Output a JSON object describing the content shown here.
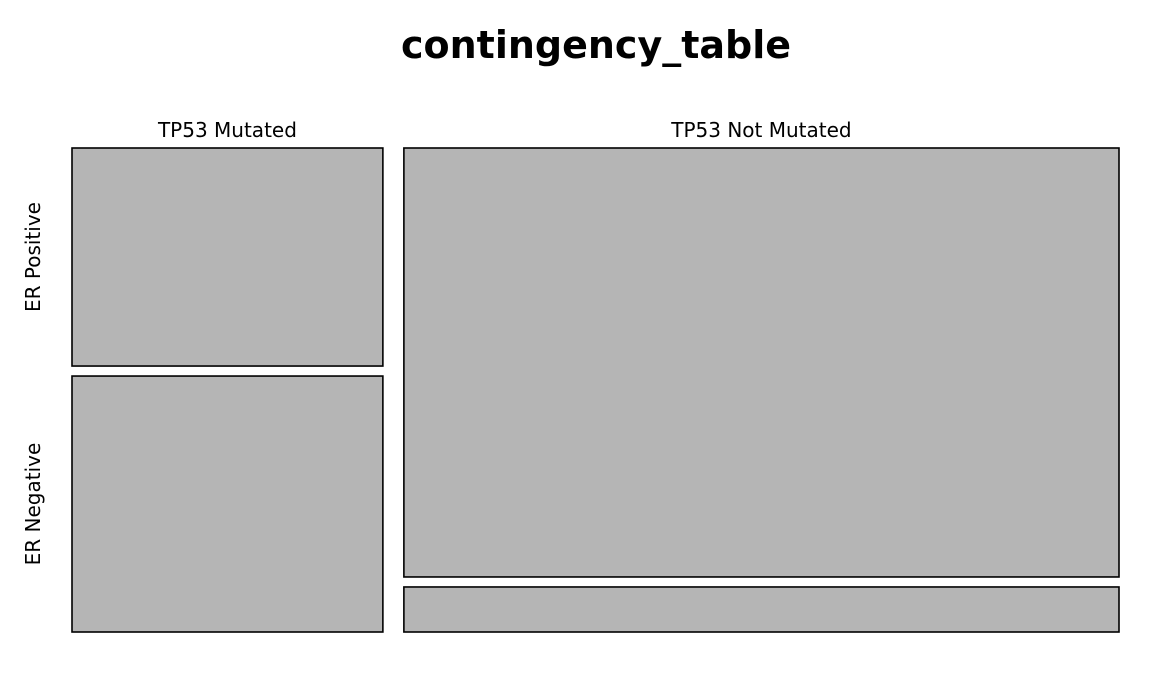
{
  "chart_data": {
    "type": "mosaic",
    "title": "contingency_table",
    "columns": [
      "TP53 Mutated",
      "TP53 Not Mutated"
    ],
    "rows": [
      "ER Positive",
      "ER Negative"
    ],
    "column_proportions": [
      0.303,
      0.697
    ],
    "row_proportions_within_column": [
      [
        0.46,
        0.54
      ],
      [
        0.905,
        0.095
      ]
    ],
    "fill_color": "#b5b5b5",
    "border_color": "#000000"
  }
}
